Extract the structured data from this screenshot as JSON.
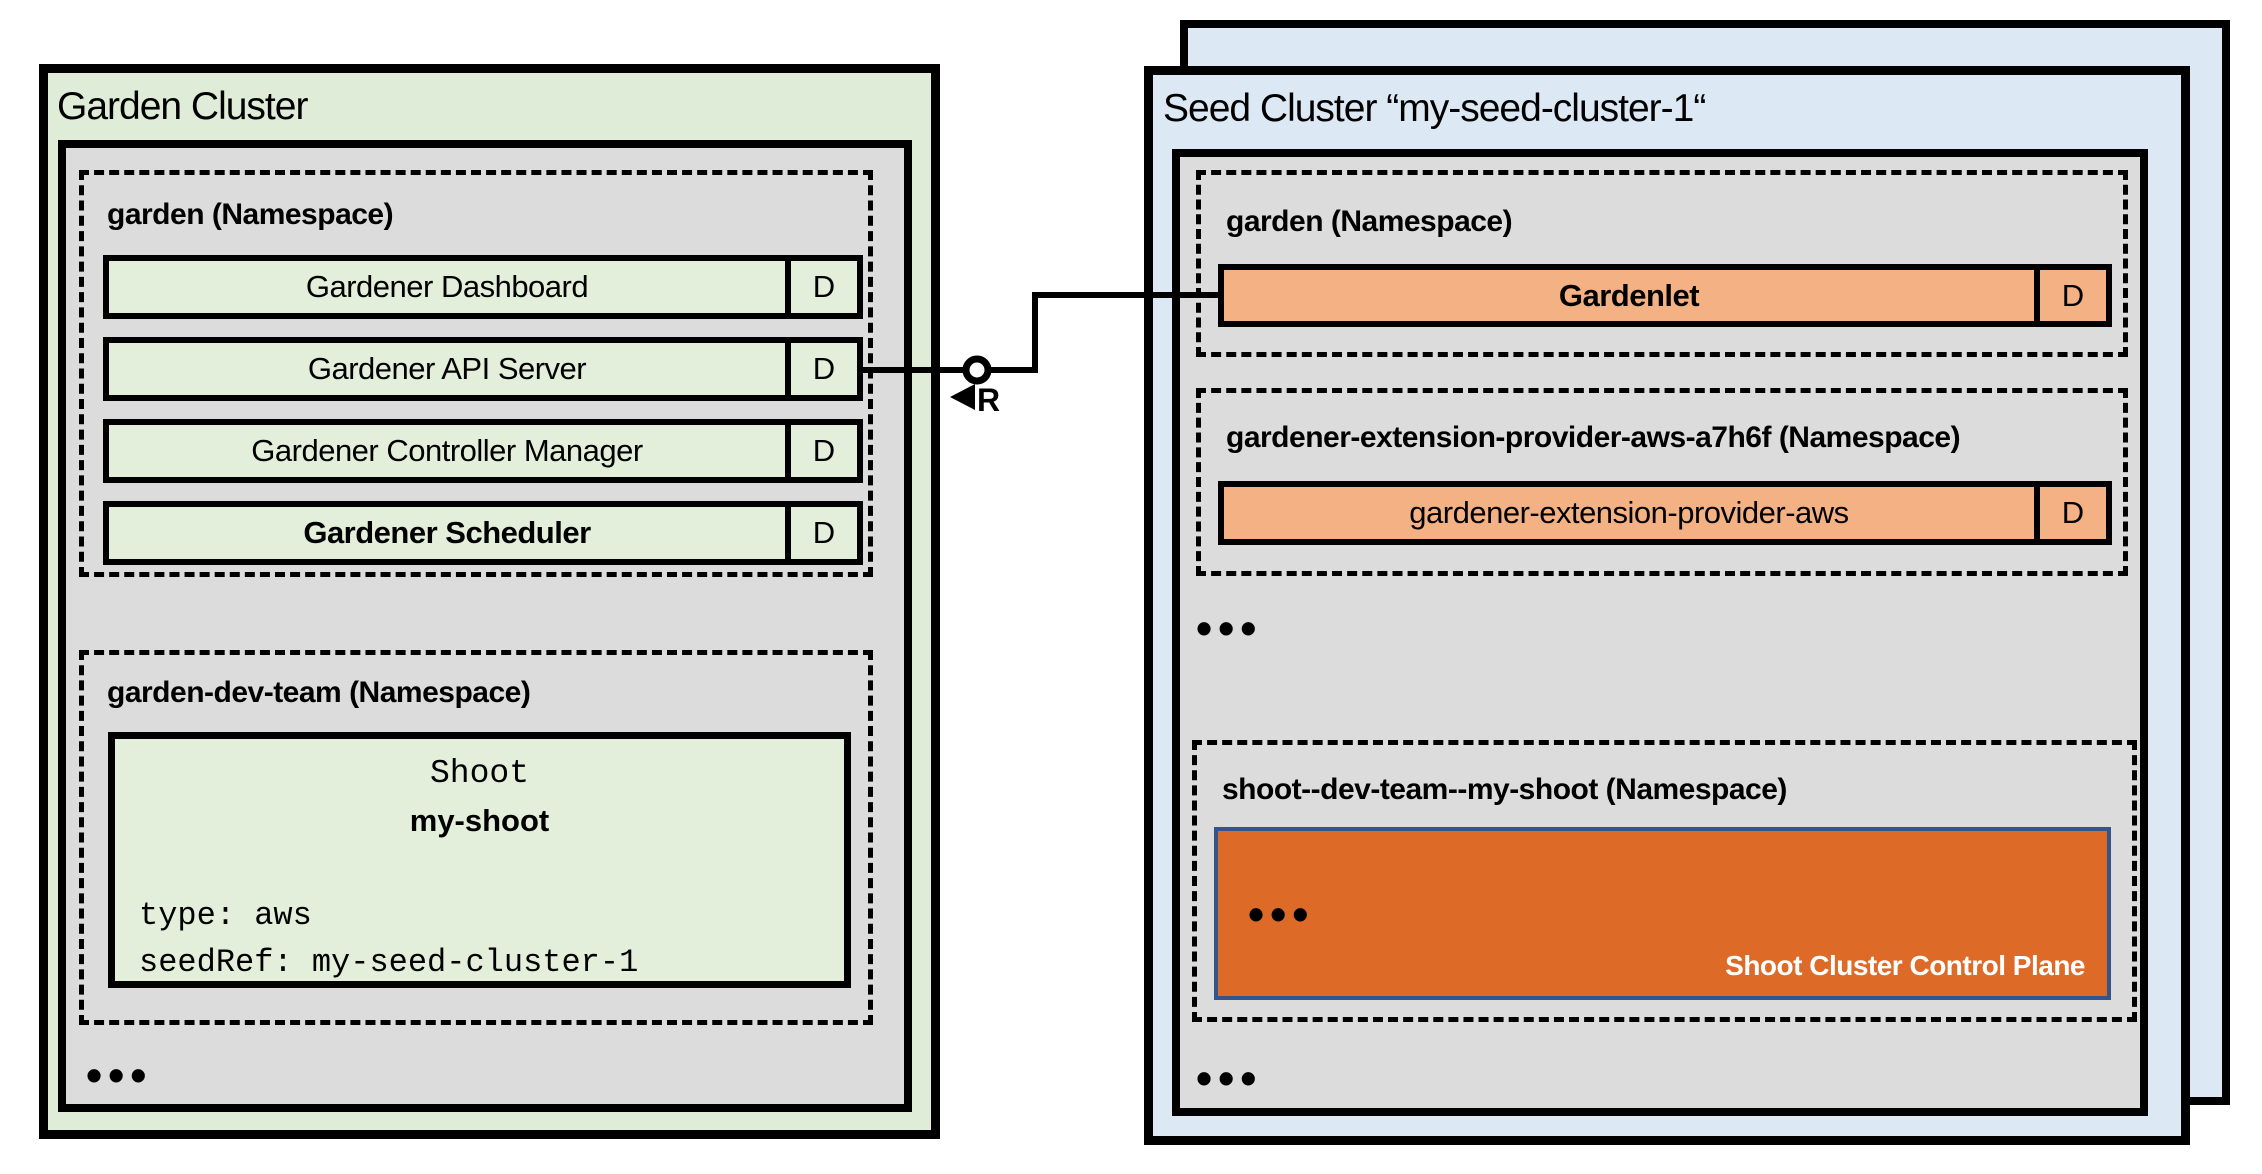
{
  "colors": {
    "garden_cluster_bg": "#dfecd7",
    "deployment_row_green_bg": "#e3efda",
    "namespace_area_grey_bg": "#dcdcdc",
    "seed_cluster_bg": "#dce8f4",
    "deployment_row_orange_bg": "#f4b183",
    "control_plane_orange_bg": "#dd6b27",
    "control_plane_border_blue": "#34558b",
    "line_black": "#000000",
    "control_plane_caption_text": "#ffffff"
  },
  "garden_cluster": {
    "title": "Garden Cluster",
    "namespace_garden": {
      "label": "garden (Namespace)",
      "deployments": [
        {
          "name": "Gardener Dashboard",
          "badge": "D"
        },
        {
          "name": "Gardener API Server",
          "badge": "D"
        },
        {
          "name": "Gardener Controller Manager",
          "badge": "D"
        },
        {
          "name": "Gardener Scheduler",
          "badge": "D"
        }
      ]
    },
    "namespace_dev_team": {
      "label": "garden-dev-team (Namespace)",
      "shoot_resource": {
        "kind": "Shoot",
        "name": "my-shoot",
        "spec_lines": [
          "type: aws",
          "seedRef: my-seed-cluster-1"
        ]
      }
    },
    "more_indicator": "•••"
  },
  "seed_cluster": {
    "title": "Seed Cluster “my-seed-cluster-1“",
    "namespace_garden": {
      "label": "garden (Namespace)",
      "deployments": [
        {
          "name": "Gardenlet",
          "badge": "D"
        }
      ]
    },
    "namespace_extension": {
      "label": "gardener-extension-provider-aws-a7h6f (Namespace)",
      "deployments": [
        {
          "name": "gardener-extension-provider-aws",
          "badge": "D"
        }
      ]
    },
    "more_indicator_top": "•••",
    "namespace_shoot": {
      "label": "shoot--dev-team--my-shoot (Namespace)",
      "control_plane": {
        "more_indicator": "•••",
        "caption": "Shoot Cluster Control Plane"
      }
    },
    "more_indicator_bottom": "•••"
  },
  "connector": {
    "label": "R"
  }
}
